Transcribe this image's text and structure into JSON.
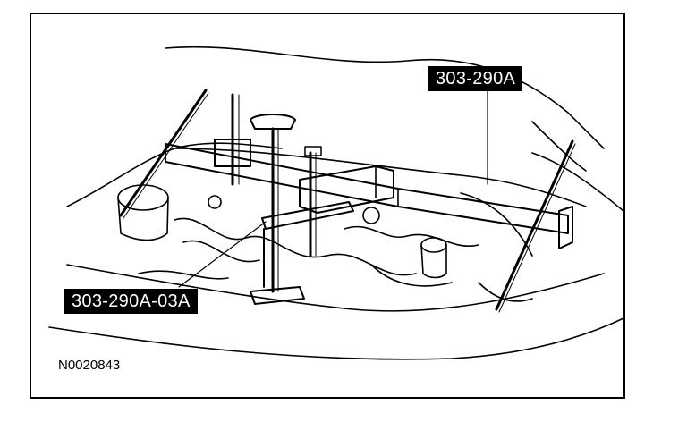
{
  "callouts": {
    "main_tool": "303-290A",
    "sub_tool": "303-290A-03A"
  },
  "figure_id": "N0020843",
  "colors": {
    "ink": "#000000",
    "paper": "#ffffff"
  }
}
